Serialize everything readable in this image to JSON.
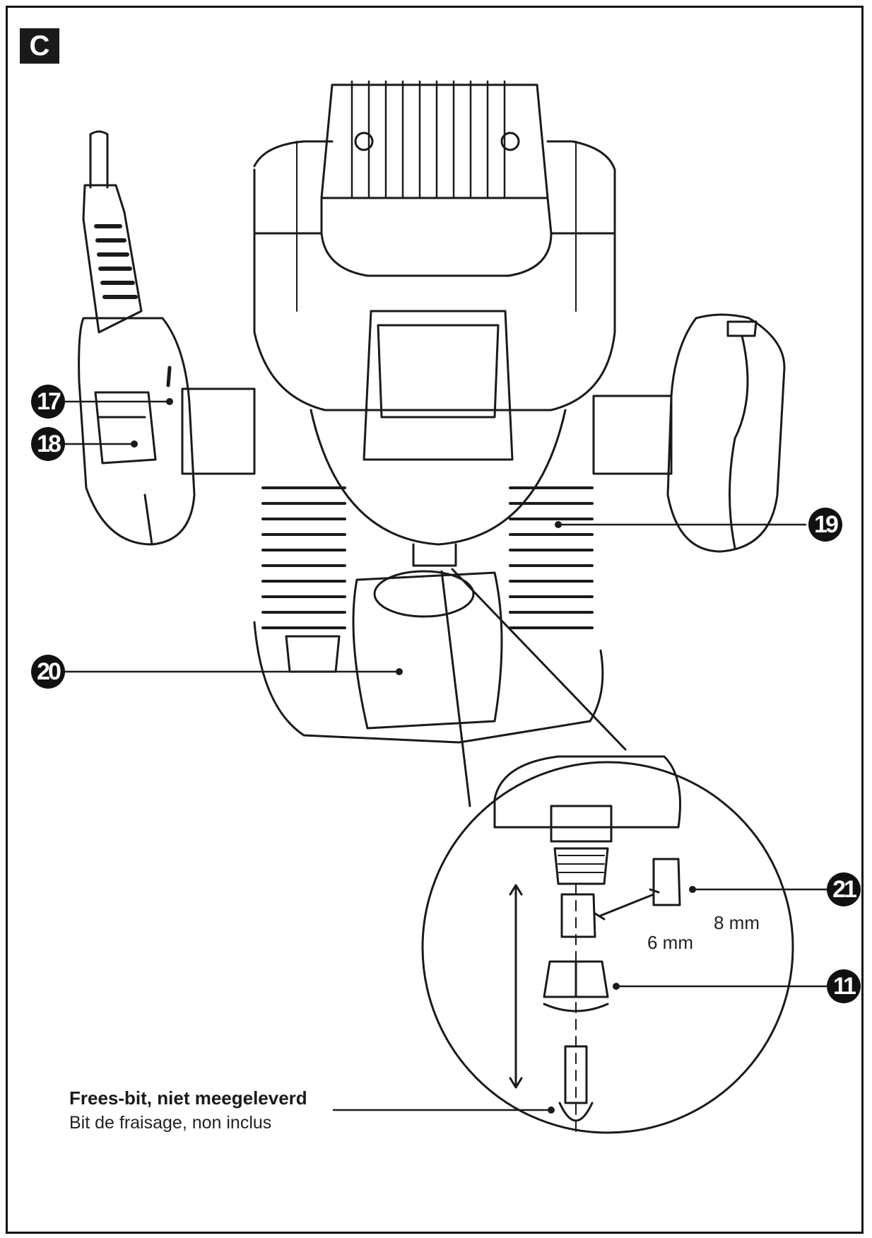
{
  "figure": {
    "letter": "C"
  },
  "callouts": {
    "c17": "17",
    "c18": "18",
    "c19": "19",
    "c20": "20",
    "c21": "21",
    "c11": "11"
  },
  "dimensions": {
    "small": "6 mm",
    "large": "8 mm"
  },
  "bit_label": {
    "nl": "Frees-bit, niet meegeleverd",
    "fr": "Bit de fraisage, non inclus"
  },
  "colors": {
    "line": "#1a1a1a",
    "background": "#ffffff"
  }
}
